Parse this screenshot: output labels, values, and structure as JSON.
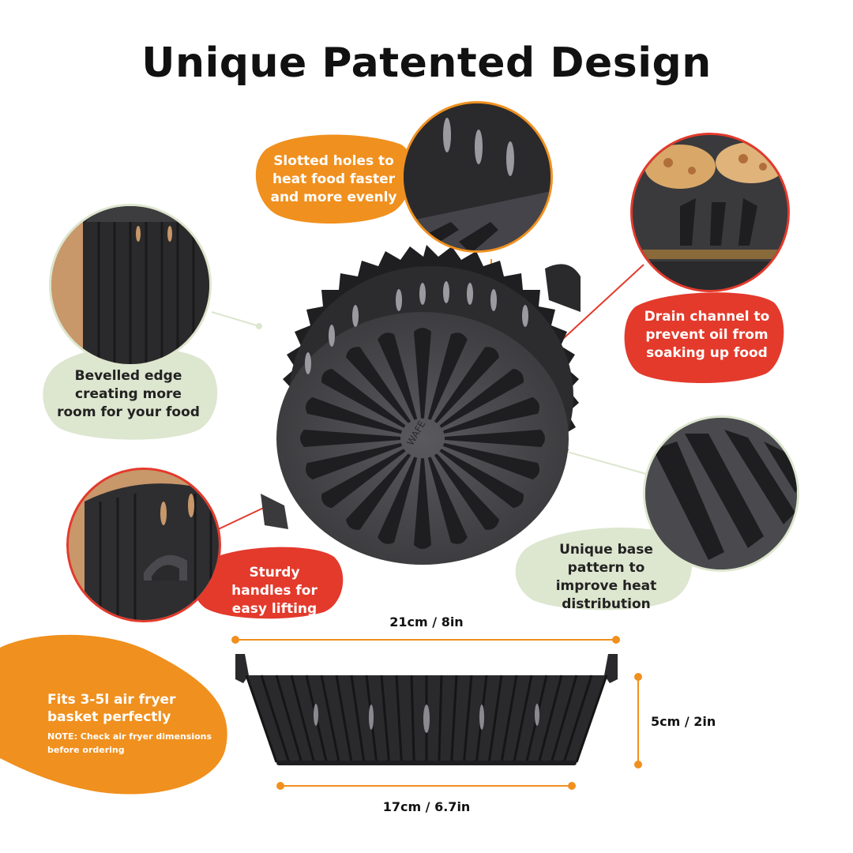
{
  "title": "Unique Patented Design",
  "callouts": {
    "slotted": "Slotted holes to heat food faster and more evenly",
    "drain": "Drain channel to prevent oil from soaking up food",
    "bevelled": "Bevelled edge creating more room for your food",
    "handles": "Sturdy handles for easy lifting",
    "base": "Unique base pattern to improve heat distribution",
    "fits": "Fits 3-5l air fryer basket perfectly",
    "note": "NOTE: Check air fryer dimensions before ordering"
  },
  "brand_mark": "WAFE",
  "dimensions": {
    "top_width": "21cm / 8in",
    "height": "5cm / 2in",
    "bottom_width": "17cm / 6.7in"
  },
  "colors": {
    "orange": "#f0901e",
    "red": "#e33a2c",
    "sage": "#dde6cf",
    "silicone": "#2a2a2c"
  }
}
